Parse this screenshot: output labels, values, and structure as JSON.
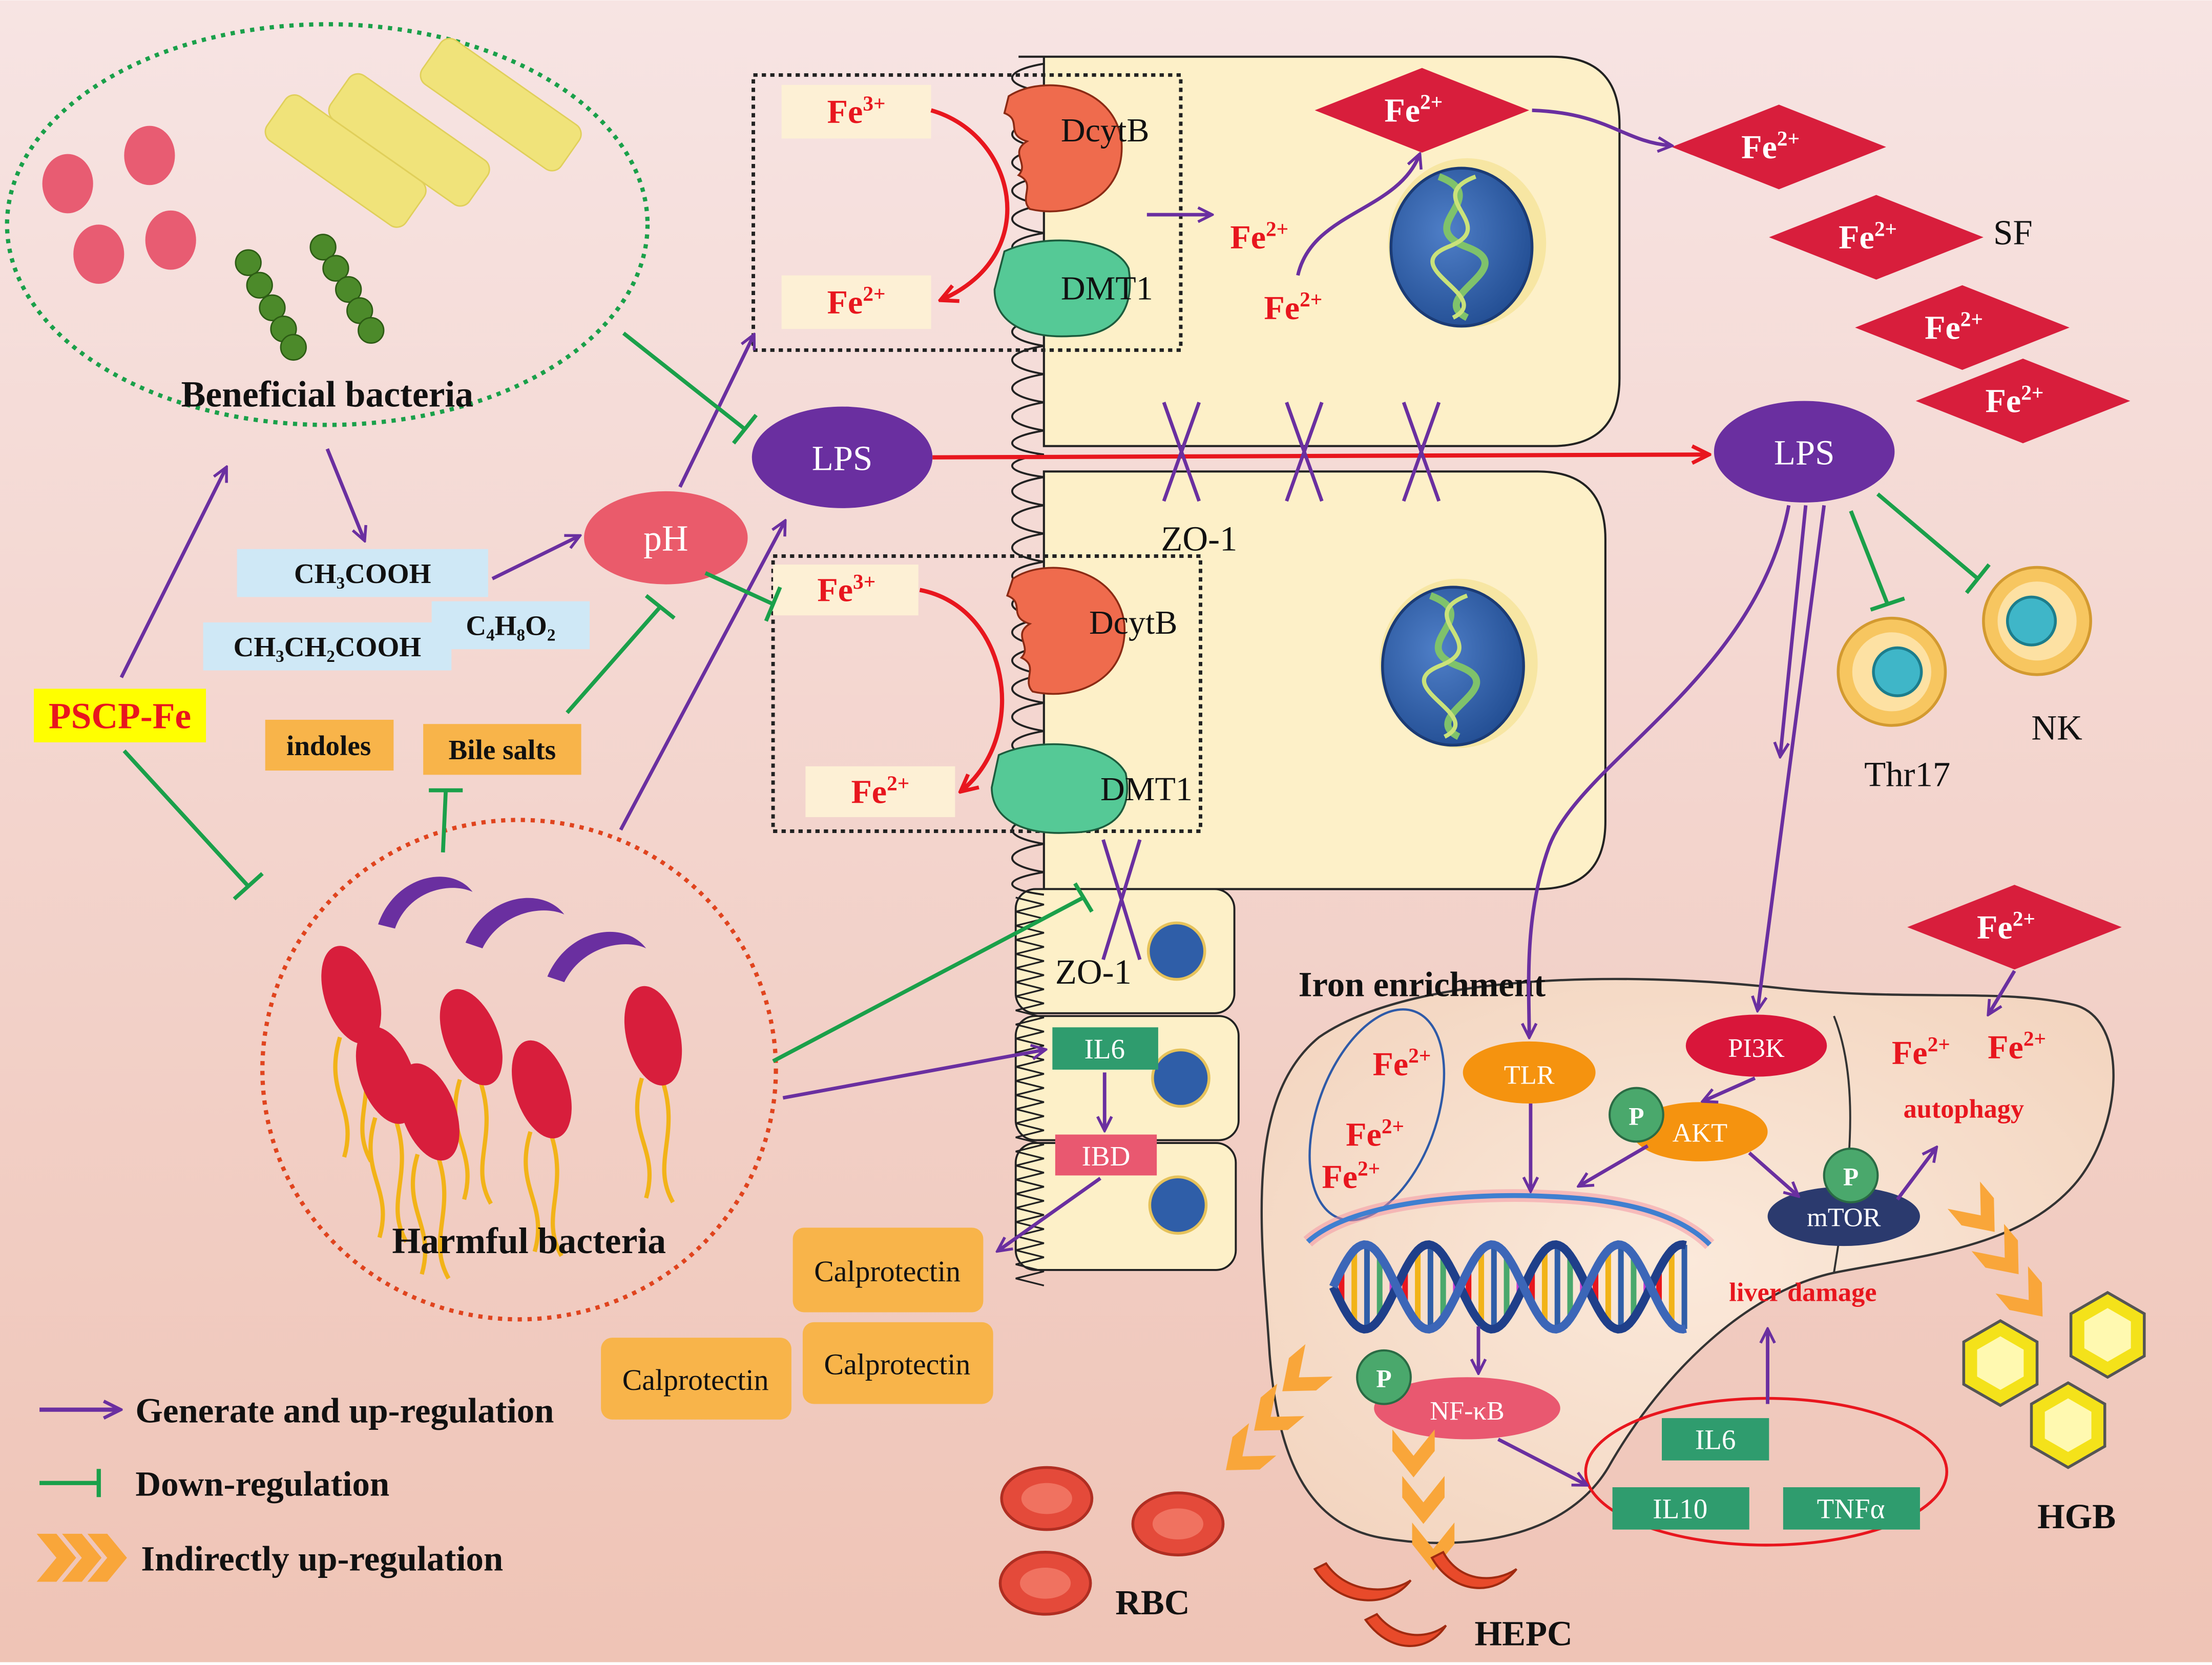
{
  "colors": {
    "bg_top": "#f7e4e3",
    "bg_bottom": "#efc6b8",
    "purple": "#6a2fa0",
    "green": "#1aa04a",
    "red": "#e8161e",
    "cell": "#fdf0c8",
    "fe_diamond": "#d81e3c",
    "lps": "#6a2fa0",
    "ph": "#ea5b6b",
    "acid_box": "#cfe8f6",
    "orange_box": "#f8b44a",
    "teal": "#2f9c6e",
    "ibd": "#e95870",
    "liver": "#f7e1cf",
    "dcytb": "#ef6b4d",
    "dmt1": "#55c996",
    "nucleus": "#2f5ea8",
    "chevron": "#f9a63a"
  },
  "title_labels": {
    "beneficial": "Beneficial bacteria",
    "harmful": "Harmful bacteria",
    "pscp": "PSCP-Fe",
    "iron_enrichment": "Iron enrichment",
    "liver_damage": "liver damage",
    "autophagy": "autophagy"
  },
  "metabolites": {
    "acetic": "CH₃COOH",
    "propionic": "CH₃CH₂COOH",
    "butyric": "C₄H₈O₂",
    "indoles": "indoles",
    "bile": "Bile salts",
    "ph": "pH",
    "lps": "LPS"
  },
  "iron": {
    "fe3": "Fe",
    "fe3_sup": "3+",
    "fe2": "Fe",
    "fe2_sup": "2+"
  },
  "proteins": {
    "dcytb": "DcytB",
    "dmt1": "DMT1",
    "zo1": "ZO-1",
    "il6": "IL6",
    "ibd": "IBD",
    "calprotectin": "Calprotectin",
    "tlr": "TLR",
    "pi3k": "PI3K",
    "akt": "AKT",
    "mtor": "mTOR",
    "nfkb": "NF-κB",
    "p": "P",
    "il10": "IL10",
    "tnfa": "TNFα"
  },
  "cells": {
    "sf": "SF",
    "nk": "NK",
    "thr17": "Thr17",
    "hgb": "HGB",
    "rbc": "RBC",
    "hepc": "HEPC"
  },
  "legend": {
    "up": "Generate and up-regulation",
    "down": "Down-regulation",
    "indirect": "Indirectly up-regulation"
  }
}
